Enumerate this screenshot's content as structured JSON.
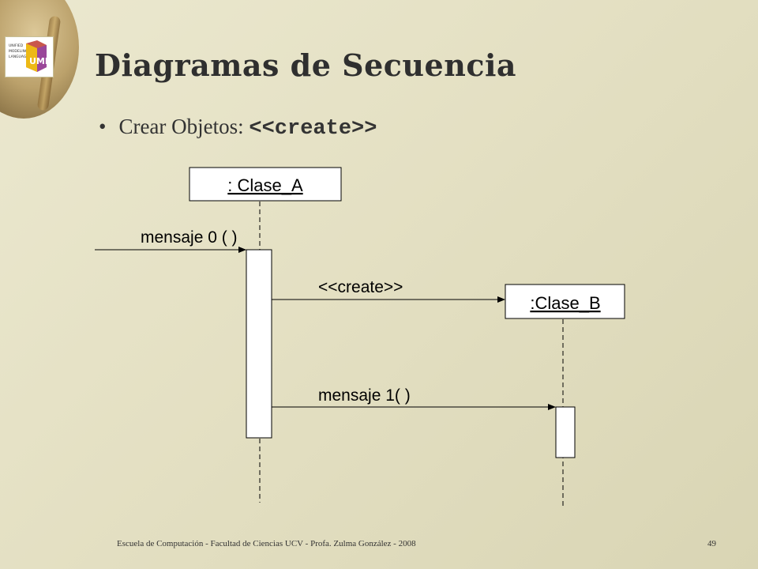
{
  "slide": {
    "title": "Diagramas de Secuencia",
    "bullet": {
      "text": "Crear Objetos: ",
      "code": "<<create>>"
    },
    "footer": "Escuela de Computación - Facultad de Ciencias UCV - Profa. Zulma González - 2008",
    "page_number": "49"
  },
  "logo": {
    "lines": [
      "UNIFIED",
      "MODELING",
      "LANGUAGE"
    ],
    "mark": "UML"
  },
  "diagram": {
    "objects": [
      {
        "id": "a",
        "label": ": Clase_A"
      },
      {
        "id": "b",
        "label": ":Clase_B"
      }
    ],
    "messages": [
      {
        "id": "m0",
        "label": "mensaje 0 ( )"
      },
      {
        "id": "m1",
        "label": "<<create>>"
      },
      {
        "id": "m2",
        "label": "mensaje 1( )"
      }
    ]
  },
  "colors": {
    "background": "#e4e0c3",
    "line": "#000000",
    "box_fill": "#ffffff"
  }
}
